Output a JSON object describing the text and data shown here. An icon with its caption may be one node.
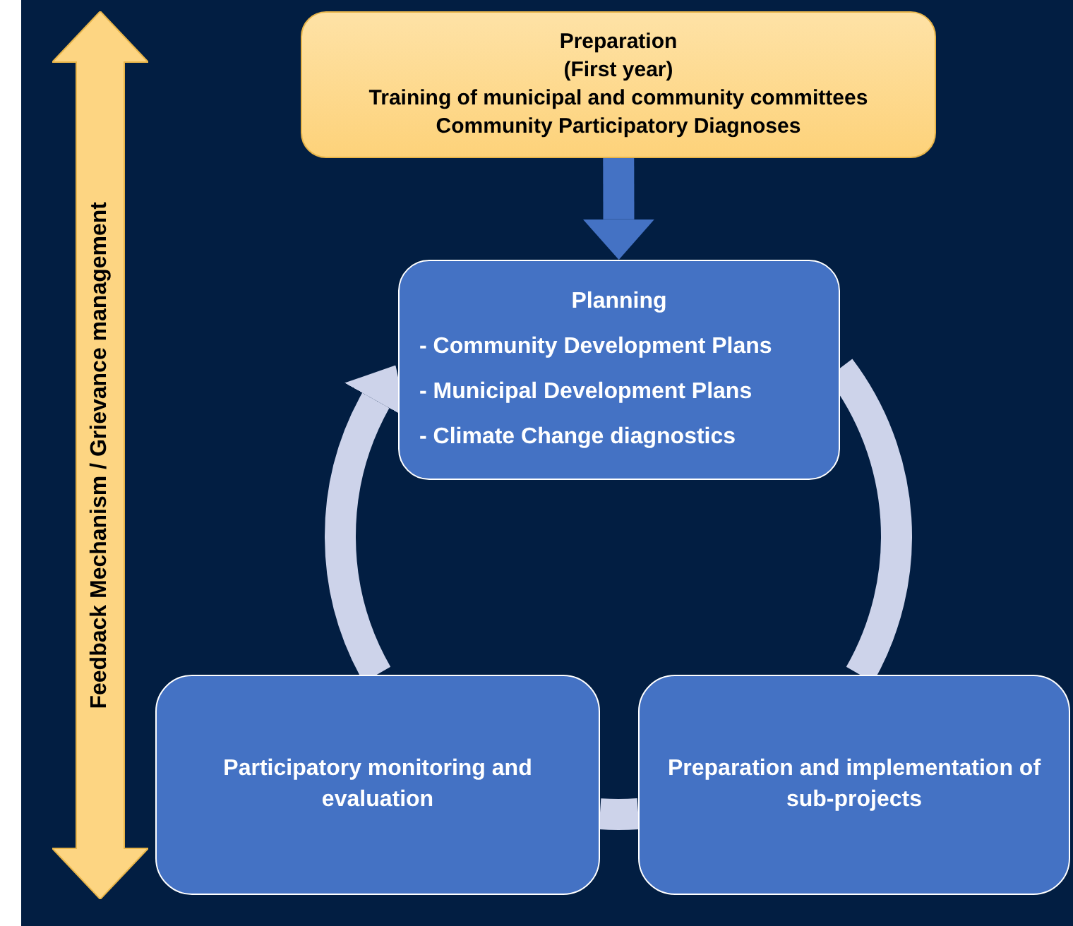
{
  "diagram": {
    "nodes": [
      {
        "text": [
          "Preparation",
          "(First year)",
          "Training of municipal and community committees",
          "Community Participatory Diagnoses"
        ]
      },
      {
        "text": [
          "Planning",
          "- Community Development Plans",
          "- Municipal Development Plans",
          "- Climate Change diagnostics"
        ]
      },
      {
        "text": [
          "Participatory monitoring and evaluation"
        ]
      },
      {
        "text": [
          "Preparation and implementation of sub-projects"
        ]
      },
      {
        "text": [
          "Feedback Mechanism / Grievance management"
        ]
      }
    ],
    "edges": [
      {
        "from": 0,
        "to": 1,
        "arrow": "to",
        "color": "#4472c4"
      },
      {
        "from": 1,
        "to": 3,
        "arrow": "none"
      },
      {
        "from": 3,
        "to": 2,
        "arrow": "none"
      },
      {
        "from": 2,
        "to": 1,
        "arrow": "to"
      }
    ]
  }
}
